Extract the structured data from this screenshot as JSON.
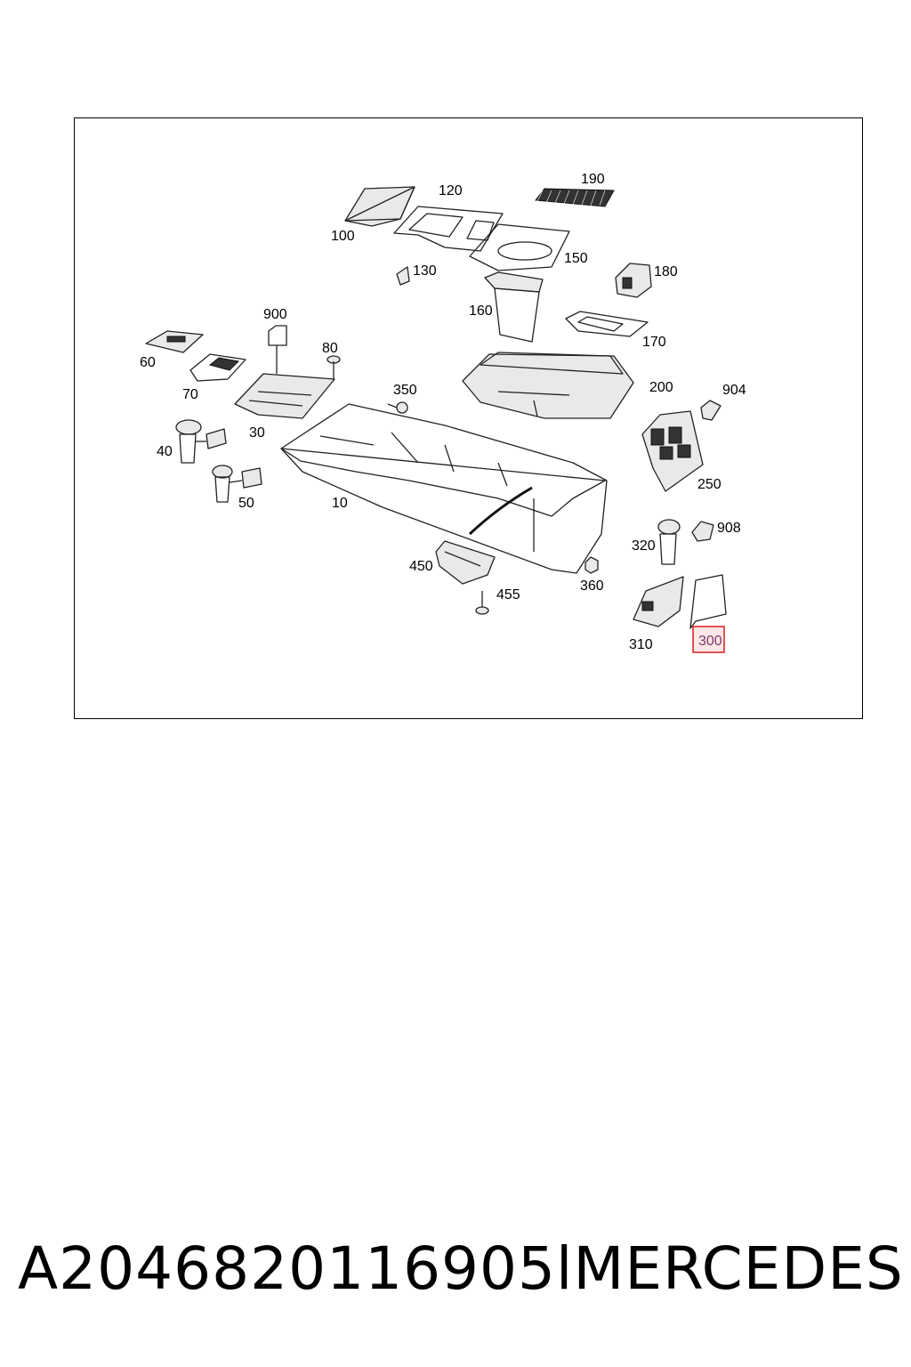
{
  "diagram": {
    "highlight_color": "#d92b2b",
    "labels": {
      "p10": "10",
      "p30": "30",
      "p40": "40",
      "p50": "50",
      "p60": "60",
      "p70": "70",
      "p80": "80",
      "p100": "100",
      "p120": "120",
      "p130": "130",
      "p150": "150",
      "p160": "160",
      "p170": "170",
      "p180": "180",
      "p190": "190",
      "p200": "200",
      "p250": "250",
      "p300": "300",
      "p310": "310",
      "p320": "320",
      "p350": "350",
      "p360": "360",
      "p450": "450",
      "p455": "455",
      "p900": "900",
      "p904": "904",
      "p908": "908"
    },
    "highlighted_label": "300"
  },
  "caption": {
    "part_number": "A2046820116905l",
    "brand": "MERCEDES"
  }
}
